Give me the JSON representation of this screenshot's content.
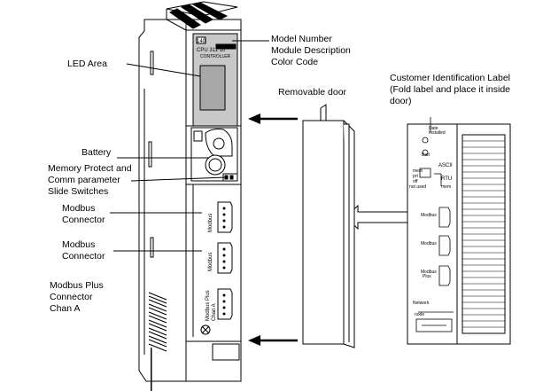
{
  "labels": {
    "model_number": "Model Number",
    "module_description": "Module Description",
    "color_code": "Color Code",
    "led_area": "LED Area",
    "removable_door": "Removable door",
    "customer_label_1": "Customer Identification Label",
    "customer_label_2": "(Fold label and place it inside",
    "customer_label_3": "door)",
    "battery": "Battery",
    "memory_protect_1": "Memory Protect and",
    "memory_protect_2": "Comm parameter",
    "memory_protect_3": "Slide Switches",
    "modbus_connector_1a": "Modbus",
    "modbus_connector_1b": "Connector",
    "modbus_connector_2a": "Modbus",
    "modbus_connector_2b": "Connector",
    "modbus_plus_1": "Modbus Plus",
    "modbus_plus_2": "Connector",
    "modbus_plus_3": "Chan A"
  },
  "module": {
    "model_badge": "140",
    "model_code": "CPU 311 10",
    "model_desc": "CONTROLLER",
    "port1": "Modbus",
    "port2": "Modbus",
    "port3a": "Modbus Plus",
    "port3b": "Chan A"
  },
  "door_label": {
    "date_installed_1": "Date",
    "date_installed_2": "Installed",
    "batt_1": "Batt",
    "batt_2": "",
    "ascii": "ASCII",
    "rtu": "RTU",
    "mem": "mem",
    "prt": "prt",
    "off": "off",
    "mem2": "mem",
    "not_used": "not used",
    "port1": "Modbus",
    "port2": "Modbus",
    "port3a": "Modbus",
    "port3b": "Plus",
    "network": "Network",
    "node": "node"
  },
  "colors": {
    "model_panel": "#c8c8c8",
    "led_window": "#a8a8a8",
    "outline": "#000000"
  }
}
